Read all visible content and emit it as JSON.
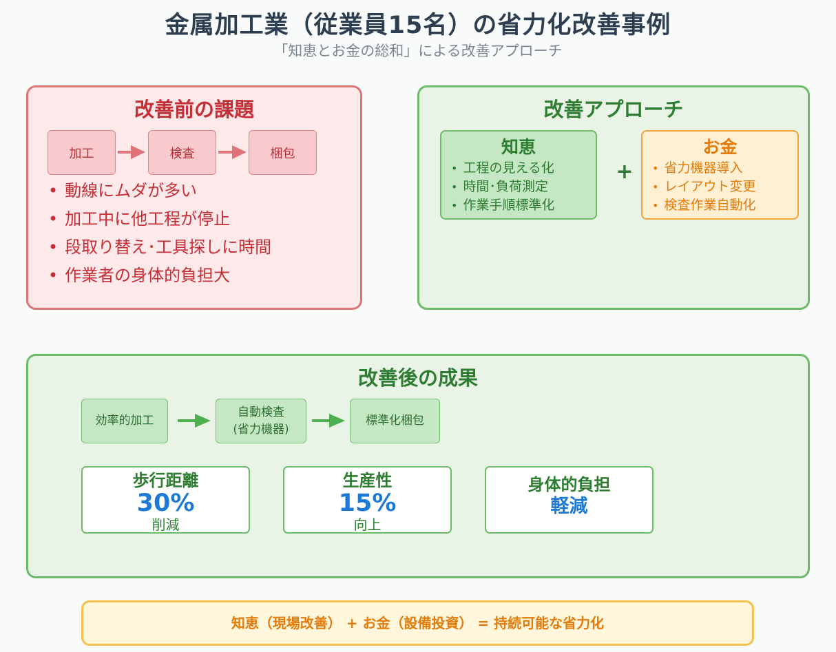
{
  "header": {
    "title": "金属加工業（従業員15名）の省力化改善事例",
    "subtitle": "「知恵とお金の総和」による改善アプローチ"
  },
  "before": {
    "title": "改善前の課題",
    "steps": [
      "加工",
      "検査",
      "梱包"
    ],
    "issues": [
      "動線にムダが多い",
      "加工中に他工程が停止",
      "段取り替え･工具探しに時間",
      "作業者の身体的負担大"
    ]
  },
  "approach": {
    "title": "改善アプローチ",
    "wisdom": {
      "title": "知恵",
      "items": [
        "工程の見える化",
        "時間･負荷測定",
        "作業手順標準化"
      ]
    },
    "plus": "+",
    "money": {
      "title": "お金",
      "items": [
        "省力機器導入",
        "レイアウト変更",
        "検査作業自動化"
      ]
    }
  },
  "after": {
    "title": "改善後の成果",
    "steps": [
      {
        "line1": "効率的加工",
        "line2": ""
      },
      {
        "line1": "自動検査",
        "line2": "(省力機器)"
      },
      {
        "line1": "標準化梱包",
        "line2": ""
      }
    ],
    "metrics": [
      {
        "label": "歩行距離",
        "value": "30%",
        "unit": "削減"
      },
      {
        "label": "生産性",
        "value": "15%",
        "unit": "向上"
      },
      {
        "label": "身体的負担",
        "value": "軽減",
        "unit": ""
      }
    ]
  },
  "footer": {
    "equation": "知恵（現場改善） + お金（設備投資） = 持続可能な省力化"
  },
  "colors": {
    "red_accent": "#c62e35",
    "green_accent": "#2e7d32",
    "orange_accent": "#e27b0c",
    "blue_value": "#1c7ad6"
  }
}
